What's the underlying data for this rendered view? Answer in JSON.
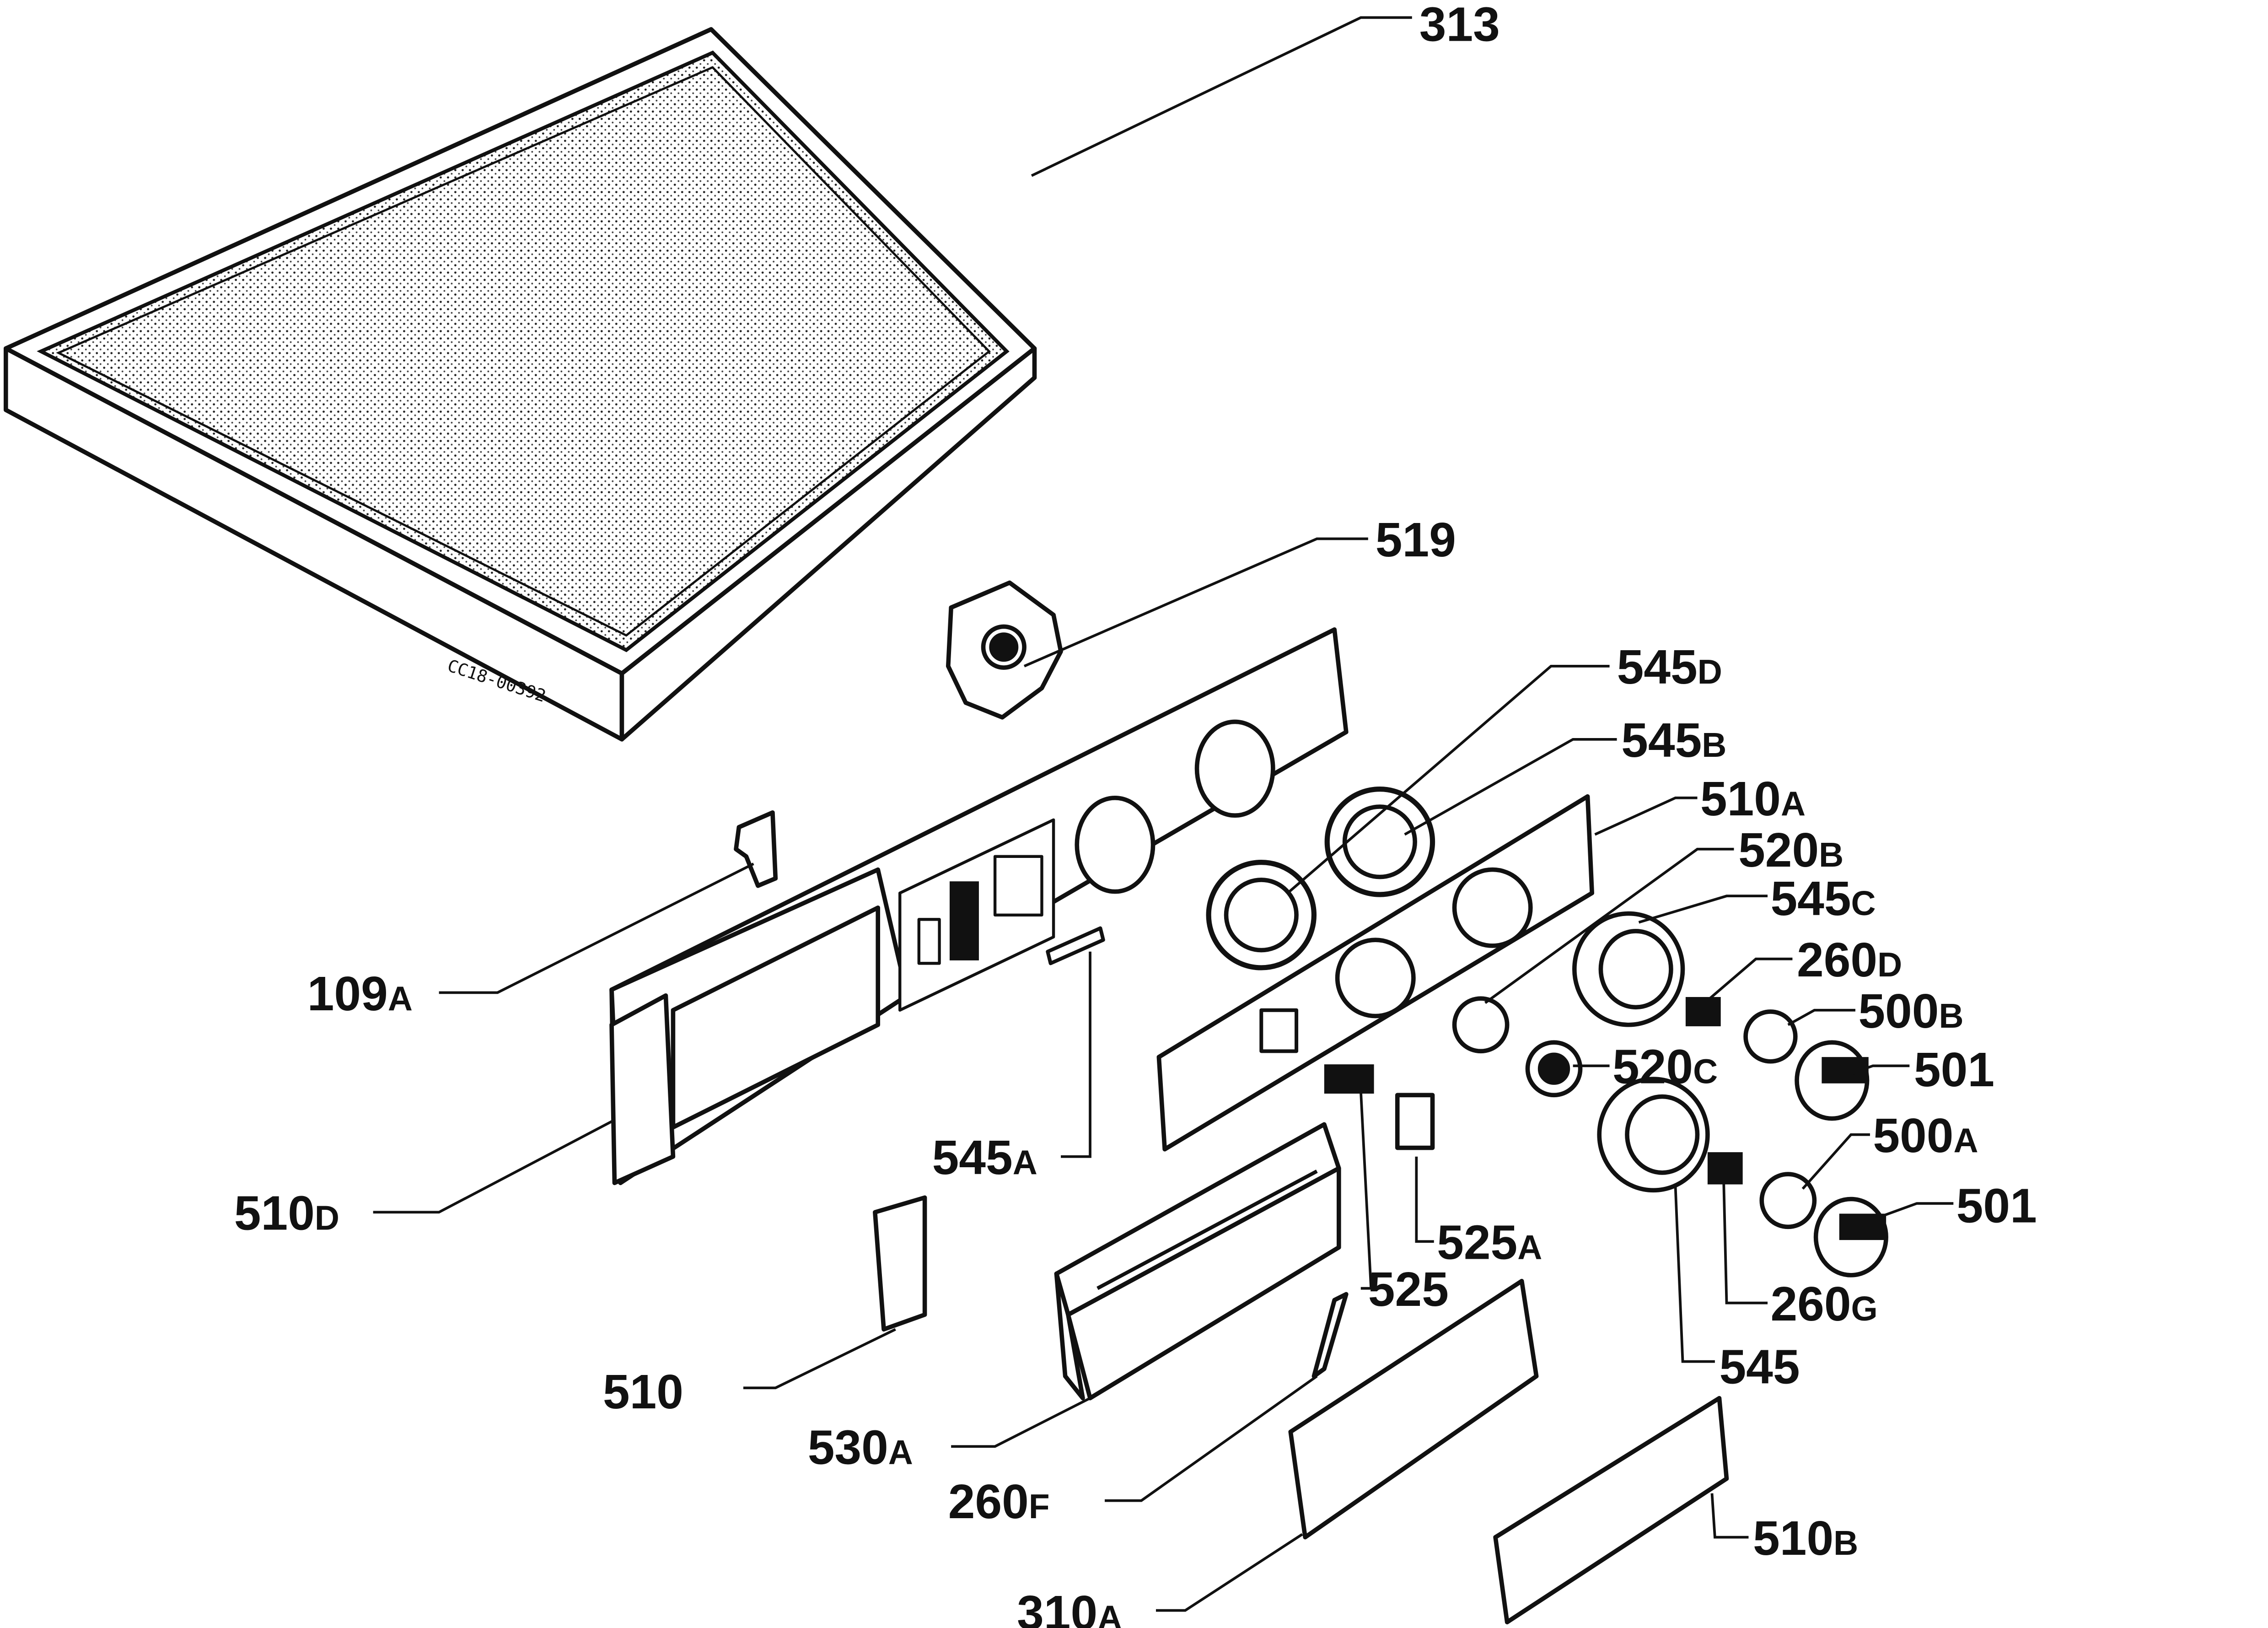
{
  "diagram": {
    "image_code": "CC18-00392",
    "parts": [
      {
        "id": "p313",
        "num": "313",
        "suffix": ""
      },
      {
        "id": "p519",
        "num": "519",
        "suffix": ""
      },
      {
        "id": "p545d",
        "num": "545",
        "suffix": "D"
      },
      {
        "id": "p545b",
        "num": "545",
        "suffix": "B"
      },
      {
        "id": "p510a",
        "num": "510",
        "suffix": "A"
      },
      {
        "id": "p520b",
        "num": "520",
        "suffix": "B"
      },
      {
        "id": "p545c",
        "num": "545",
        "suffix": "C"
      },
      {
        "id": "p260d",
        "num": "260",
        "suffix": "D"
      },
      {
        "id": "p500b",
        "num": "500",
        "suffix": "B"
      },
      {
        "id": "p501a",
        "num": "501",
        "suffix": ""
      },
      {
        "id": "p520c",
        "num": "520",
        "suffix": "C"
      },
      {
        "id": "p500a",
        "num": "500",
        "suffix": "A"
      },
      {
        "id": "p501b",
        "num": "501",
        "suffix": ""
      },
      {
        "id": "p109a",
        "num": "109",
        "suffix": "A"
      },
      {
        "id": "p545a",
        "num": "545",
        "suffix": "A"
      },
      {
        "id": "p510d",
        "num": "510",
        "suffix": "D"
      },
      {
        "id": "p525a",
        "num": "525",
        "suffix": "A"
      },
      {
        "id": "p525",
        "num": "525",
        "suffix": ""
      },
      {
        "id": "p260g",
        "num": "260",
        "suffix": "G"
      },
      {
        "id": "p545",
        "num": "545",
        "suffix": ""
      },
      {
        "id": "p510",
        "num": "510",
        "suffix": ""
      },
      {
        "id": "p530a",
        "num": "530",
        "suffix": "A"
      },
      {
        "id": "p260f",
        "num": "260",
        "suffix": "F"
      },
      {
        "id": "p510b",
        "num": "510",
        "suffix": "B"
      },
      {
        "id": "p310a",
        "num": "310",
        "suffix": "A"
      }
    ]
  }
}
